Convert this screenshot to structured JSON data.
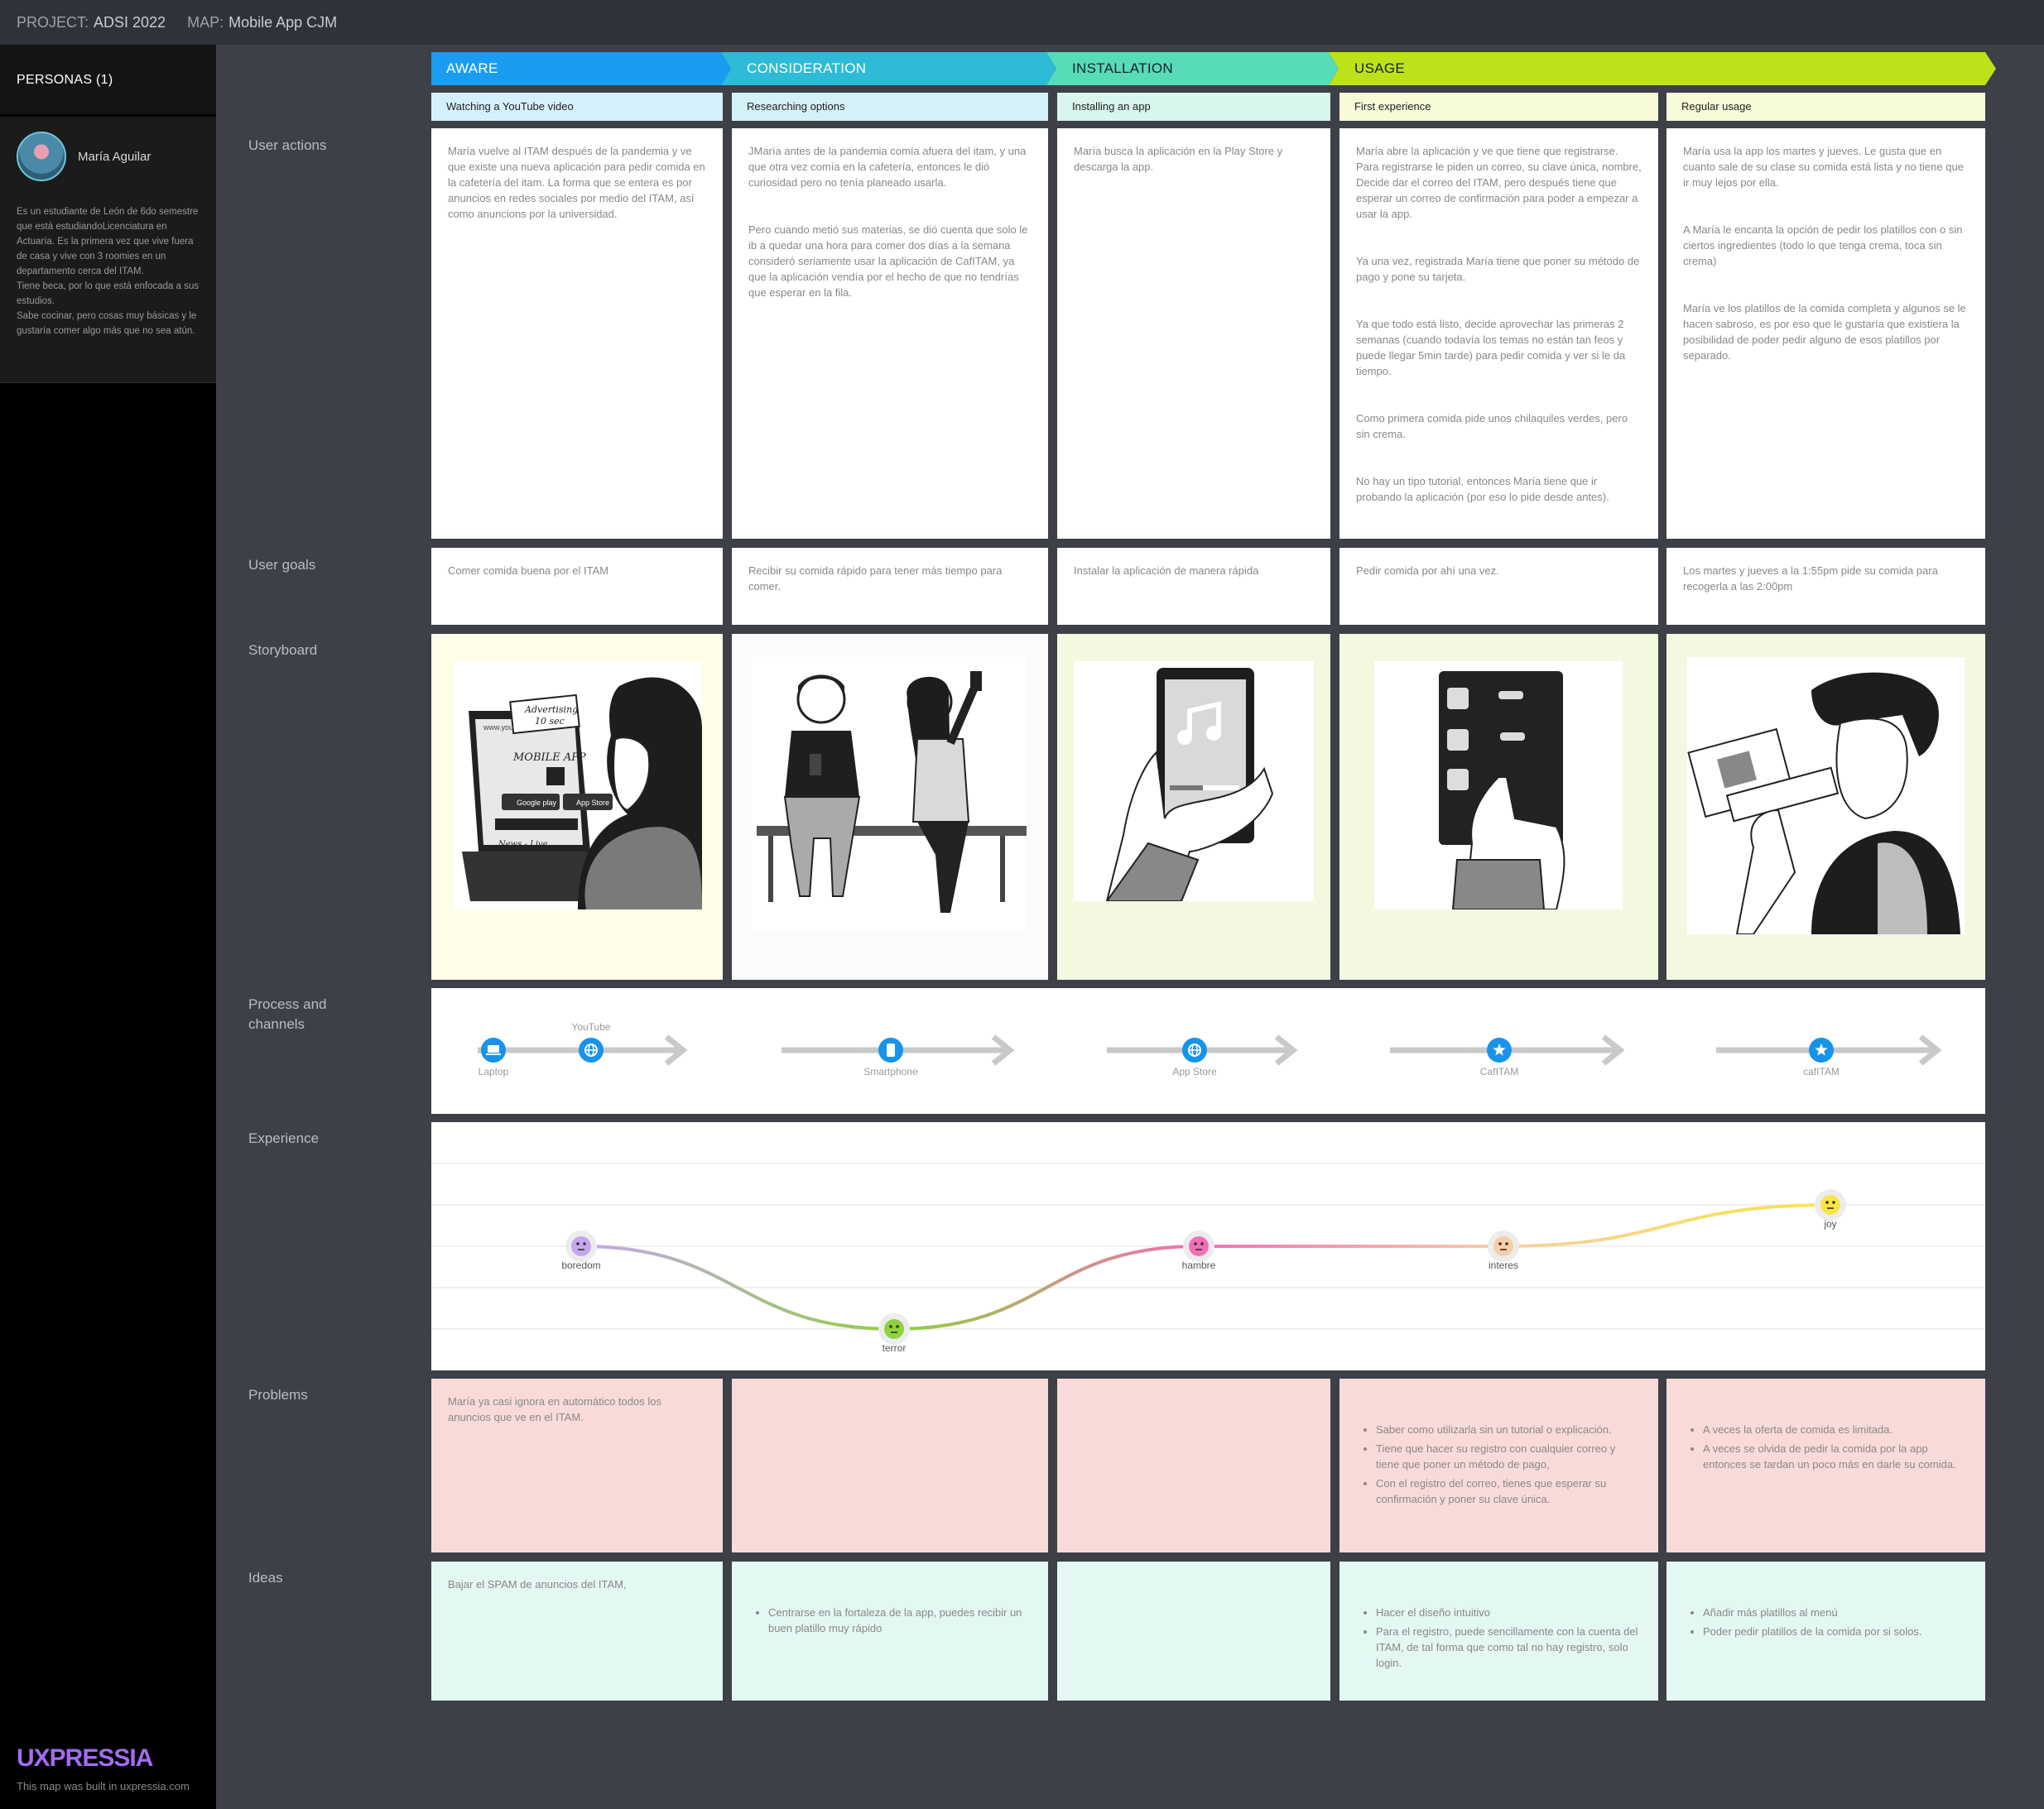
{
  "topbar": {
    "project_label": "PROJECT:",
    "project_value": "ADSI 2022",
    "map_label": "MAP:",
    "map_value": "Mobile App CJM"
  },
  "sidebar": {
    "personas_title": "PERSONAS (1)",
    "persona": {
      "name": "María Aguilar",
      "description": "Es un estudiante de León de 6do semestre que está estudiandoLicenciatura en Actuaría. Es la primera vez que vive fuera de casa y vive con 3 roomies en un departamento cerca del ITAM.\nTiene beca, por lo que está enfocada a sus estudios.\nSabe cocinar, pero cosas muy básicas y le gustaría comer algo más que no sea atún."
    },
    "brand": "UXPRESSIA",
    "brand_note": "This map was built in uxpressia.com"
  },
  "row_labels": {
    "actions": "User actions",
    "goals": "User goals",
    "storyboard": "Storyboard",
    "process": "Process and channels",
    "experience": "Experience",
    "problems": "Problems",
    "ideas": "Ideas"
  },
  "stages": [
    {
      "name": "AWARE",
      "color": "#1a9df0"
    },
    {
      "name": "CONSIDERATION",
      "color": "#2dbbd8"
    },
    {
      "name": "INSTALLATION",
      "color": "#58dbb8"
    },
    {
      "name": "USAGE",
      "color": "#bde21a"
    }
  ],
  "substages": [
    "Watching a YouTube video",
    "Researching options",
    "Installing an app",
    "First experience",
    "Regular usage"
  ],
  "actions": [
    [
      "María vuelve al ITAM después de la pandemia y ve que existe una nueva aplicación para pedir comida en la cafetería del itam. La forma que se entera es por anuncios en redes sociales por medio del ITAM, así como anuncions por la universidad."
    ],
    [
      "JMaría antes de la pandemia comía afuera del itam, y una que otra vez comía en la cafetería, entonces le dió curiosidad pero no tenía planeado usarla.",
      "Pero cuando metió sus materias, se dió cuenta que solo le ib a quedar una hora para comer dos días a la semana consideró seriamente usar la aplicación de CafITAM, ya que la aplicación vendía por el hecho de que no tendrías que esperar en la fila."
    ],
    [
      "María busca la aplicación en la Play Store y descarga la app."
    ],
    [
      "María abre la aplicación y ve que tiene que registrarse. Para registrarse le piden un correo, su clave única, nombre, Decide dar el correo del ITAM, pero después tiene que esperar un correo de confirmación para poder a empezar a usar la app.",
      "Ya una vez, registrada María tiene que poner su método de pago y pone su tarjeta.",
      "Ya que todo está listo, decide aprovechar las primeras 2 semanas (cuando todavía los temas no están tan feos y puede llegar 5min tarde) para pedir comida y ver si le da tiempo.",
      "Como primera comida pide unos chilaquiles verdes, pero sin crema.",
      "No hay un tipo tutorial, entonces María tiene que ir probando la aplicación (por eso lo pide desde antes)."
    ],
    [
      "María usa la app los martes y jueves. Le gusta que en cuanto sale de su clase su comida está lista y no tiene que ir muy lejos por ella.",
      "A María le encanta la opción de pedir los platillos con o sin ciertos ingredientes (todo lo que tenga crema, toca sin crema)",
      "María ve los platillos de la comida completa y algunos se le hacen sabroso, es por eso que le gustaría que existiera la posibilidad de poder pedir alguno de esos platillos por separado."
    ]
  ],
  "goals": [
    "Comer comida buena por el ITAM",
    "Recibir su comida rápido para tener más tiempo para comer.",
    "Instalar la aplicación de manera rápida",
    "Pedir comida por ahí una vez.",
    "Los martes y jueves a la 1:55pm pide su comida para recogerla a las 2:00pm"
  ],
  "storyboard": {
    "bg_colors": [
      "#fdfde8",
      "#fbfbfd",
      "#f3f9e0",
      "#f3f9e0",
      "#f3f9e0"
    ],
    "captions": [
      "Advertising",
      "10 sec",
      "MOBILE APP",
      "Google play",
      "App Store",
      "News - Live",
      "www.you"
    ]
  },
  "channels": [
    {
      "name": "Laptop",
      "icon": "laptop-icon"
    },
    {
      "name": "YouTube",
      "icon": "globe-icon"
    },
    {
      "name": "Smartphone",
      "icon": "phone-icon"
    },
    {
      "name": "App Store",
      "icon": "globe-icon"
    },
    {
      "name": "CafITAM",
      "icon": "star-icon"
    },
    {
      "name": "cafITAM",
      "icon": "star-icon"
    }
  ],
  "experience": {
    "scale_levels": 5,
    "points": [
      {
        "label": "boredom",
        "level": 3,
        "color": "#c7a6f0"
      },
      {
        "label": "terror",
        "level": 1,
        "color": "#8fd13f"
      },
      {
        "label": "hambre",
        "level": 3,
        "color": "#f36fb5"
      },
      {
        "label": "interes",
        "level": 3,
        "color": "#f6cfa6"
      },
      {
        "label": "joy",
        "level": 4,
        "color": "#f9e54a"
      }
    ]
  },
  "problems": [
    {
      "text": "María ya casi ignora en automático todos los anuncios que ve en el ITAM.",
      "bullets": []
    },
    {
      "text": "",
      "bullets": []
    },
    {
      "text": "",
      "bullets": []
    },
    {
      "text": "",
      "bullets": [
        "Saber como utilizarla sin un tutorial o explicación.",
        "Tiene que hacer su registro con cualquier correo y tiene que poner un método de pago,",
        "Con el registro del correo, tienes que esperar su confirmación y poner su clave única."
      ]
    },
    {
      "text": "",
      "bullets": [
        "A veces la oferta de comida es limitada.",
        "A veces se olvida de pedir la comida por la app entonces se tardan un poco más en darle su comida."
      ]
    }
  ],
  "ideas": [
    {
      "text": "Bajar el SPAM de anuncios del ITAM,",
      "bullets": []
    },
    {
      "text": "",
      "bullets": [
        "Centrarse en la fortaleza de la app, puedes recibir un buen platillo muy rápido"
      ]
    },
    {
      "text": "",
      "bullets": []
    },
    {
      "text": "",
      "bullets": [
        "Hacer el diseño intuitivo",
        "Para el registro, puede sencillamente con la cuenta del ITAM, de tal forma que como tal no hay registro, solo login."
      ]
    },
    {
      "text": "",
      "bullets": [
        "Añadir más platillos al menú",
        "Poder pedir platillos de la comida por si solos."
      ]
    }
  ],
  "colors": {
    "problems_bg": "#f8dbd9",
    "ideas_bg": "#e3f7f3",
    "substage_aware": "#d5f0fd",
    "substage_consideration": "#d3f1f7",
    "substage_installation": "#d8f5ee",
    "substage_usage": "#f8fbd8"
  }
}
